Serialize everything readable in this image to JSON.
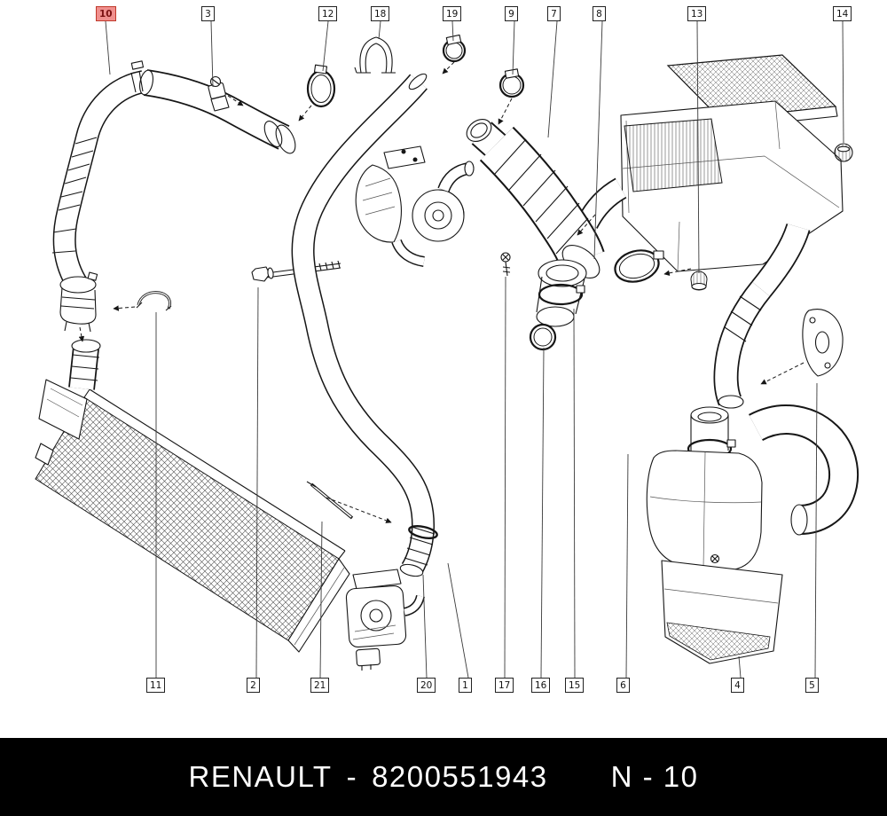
{
  "callouts": {
    "top": [
      {
        "label": "10",
        "highlighted": true
      },
      {
        "label": "3",
        "highlighted": false
      },
      {
        "label": "12",
        "highlighted": false
      },
      {
        "label": "18",
        "highlighted": false
      },
      {
        "label": "19",
        "highlighted": false
      },
      {
        "label": "9",
        "highlighted": false
      },
      {
        "label": "7",
        "highlighted": false
      },
      {
        "label": "8",
        "highlighted": false
      },
      {
        "label": "13",
        "highlighted": false
      },
      {
        "label": "14",
        "highlighted": false
      }
    ],
    "bottom": [
      {
        "label": "11",
        "highlighted": false
      },
      {
        "label": "2",
        "highlighted": false
      },
      {
        "label": "21",
        "highlighted": false
      },
      {
        "label": "20",
        "highlighted": false
      },
      {
        "label": "1",
        "highlighted": false
      },
      {
        "label": "17",
        "highlighted": false
      },
      {
        "label": "16",
        "highlighted": false
      },
      {
        "label": "15",
        "highlighted": false
      },
      {
        "label": "6",
        "highlighted": false
      },
      {
        "label": "4",
        "highlighted": false
      },
      {
        "label": "5",
        "highlighted": false
      }
    ]
  },
  "footer": {
    "brand": "RENAULT",
    "separator": "-",
    "part_number": "8200551943",
    "page_ref": "N - 10"
  },
  "colors": {
    "highlight_bg": "#f0908e",
    "highlight_border": "#c0392b",
    "highlight_text": "#7a1111",
    "line_color": "#161616",
    "footer_bg": "#000000",
    "footer_text": "#ffffff"
  }
}
